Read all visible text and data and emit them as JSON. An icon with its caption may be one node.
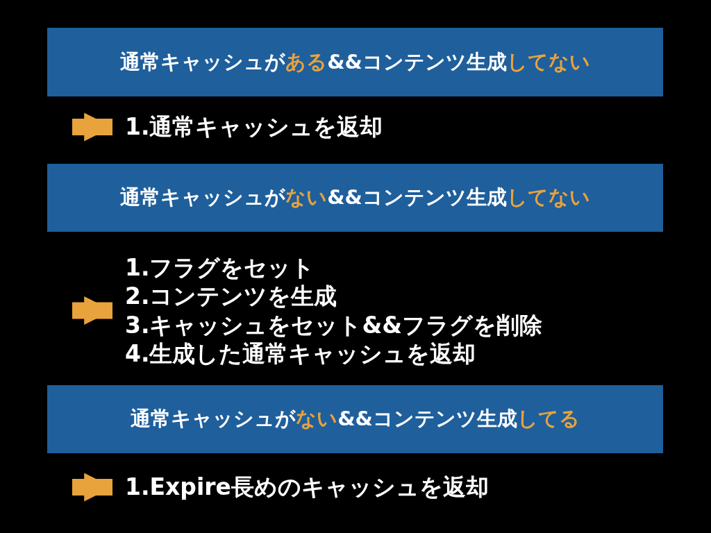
{
  "diagram": {
    "nodes": [
      {
        "text": [
          "通常キャッシュが**ある**&&コンテンツ生成**してない**"
        ]
      },
      {
        "text": [
          "1.通常キャッシュを返却"
        ]
      },
      {
        "text": [
          "通常キャッシュが**ない**&&コンテンツ生成**してない**"
        ]
      },
      {
        "text": [
          "1.フラグをセット",
          "2.コンテンツを生成",
          "3.キャッシュをセット&&フラグを削除",
          "4.生成した通常キャッシュを返却"
        ]
      },
      {
        "text": [
          "通常キャッシュが**ない**&&コンテンツ生成**してる**"
        ]
      },
      {
        "text": [
          "1.Expire長めのキャッシュを返却"
        ]
      }
    ],
    "edges": [
      {
        "from": null,
        "to": 1,
        "arrow": "to"
      },
      {
        "from": null,
        "to": 3,
        "arrow": "to"
      },
      {
        "from": null,
        "to": 5,
        "arrow": "to"
      }
    ]
  }
}
